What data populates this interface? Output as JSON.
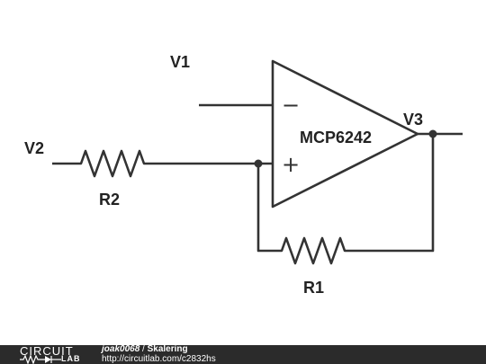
{
  "schematic": {
    "labels": {
      "v1": "V1",
      "v2": "V2",
      "v3": "V3",
      "r1": "R1",
      "r2": "R2",
      "opamp": "MCP6242",
      "minus": "−",
      "plus": "+"
    }
  },
  "footer": {
    "logo_top": "CIRCUIT",
    "logo_bottom": "LAB",
    "author": "joak0068",
    "separator": " / ",
    "title": "Skalering",
    "url": "http://circuitlab.com/c2832hs"
  },
  "colors": {
    "wire": "#333333",
    "footer_bg": "#2b2b2b"
  }
}
